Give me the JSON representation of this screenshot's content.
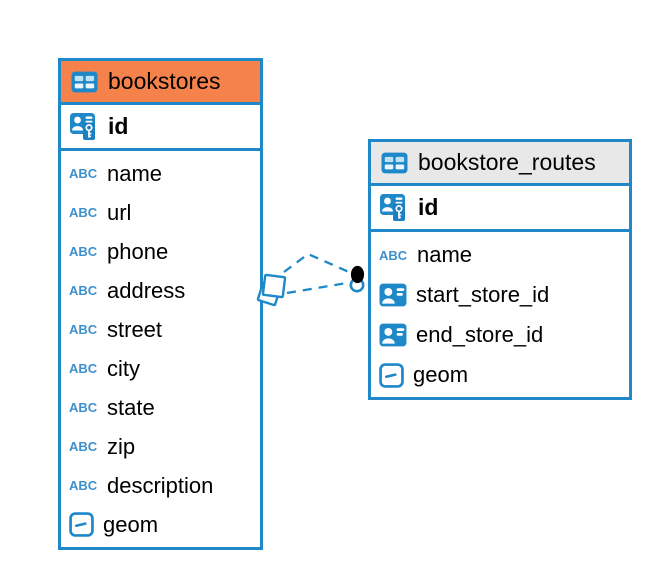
{
  "diagram": {
    "background": "#ffffff",
    "accent_blue": "#1E88C9",
    "text_color": "#000000"
  },
  "icons": {
    "text_type_label": "ABC"
  },
  "relationship": {
    "from_table": "bookstores",
    "to_table": "bookstore_routes",
    "line_style": "dashed",
    "line_color": "#1E88C9",
    "source_marker": "stacked-diamond",
    "target_marker": "dot"
  },
  "tables": [
    {
      "name": "bookstores",
      "header_color": "#F6824B",
      "icon": "table-icon",
      "primary_key": {
        "name": "id",
        "icon": "primary-key-icon"
      },
      "fields": [
        {
          "name": "name",
          "icon": "text-type-icon"
        },
        {
          "name": "url",
          "icon": "text-type-icon"
        },
        {
          "name": "phone",
          "icon": "text-type-icon"
        },
        {
          "name": "address",
          "icon": "text-type-icon"
        },
        {
          "name": "street",
          "icon": "text-type-icon"
        },
        {
          "name": "city",
          "icon": "text-type-icon"
        },
        {
          "name": "state",
          "icon": "text-type-icon"
        },
        {
          "name": "zip",
          "icon": "text-type-icon"
        },
        {
          "name": "description",
          "icon": "text-type-icon"
        },
        {
          "name": "geom",
          "icon": "object-type-icon"
        }
      ]
    },
    {
      "name": "bookstore_routes",
      "header_color": "#E8E8E8",
      "icon": "table-icon",
      "primary_key": {
        "name": "id",
        "icon": "primary-key-icon"
      },
      "fields": [
        {
          "name": "name",
          "icon": "text-type-icon"
        },
        {
          "name": "start_store_id",
          "icon": "reference-type-icon"
        },
        {
          "name": "end_store_id",
          "icon": "reference-type-icon"
        },
        {
          "name": "geom",
          "icon": "object-type-icon"
        }
      ]
    }
  ]
}
